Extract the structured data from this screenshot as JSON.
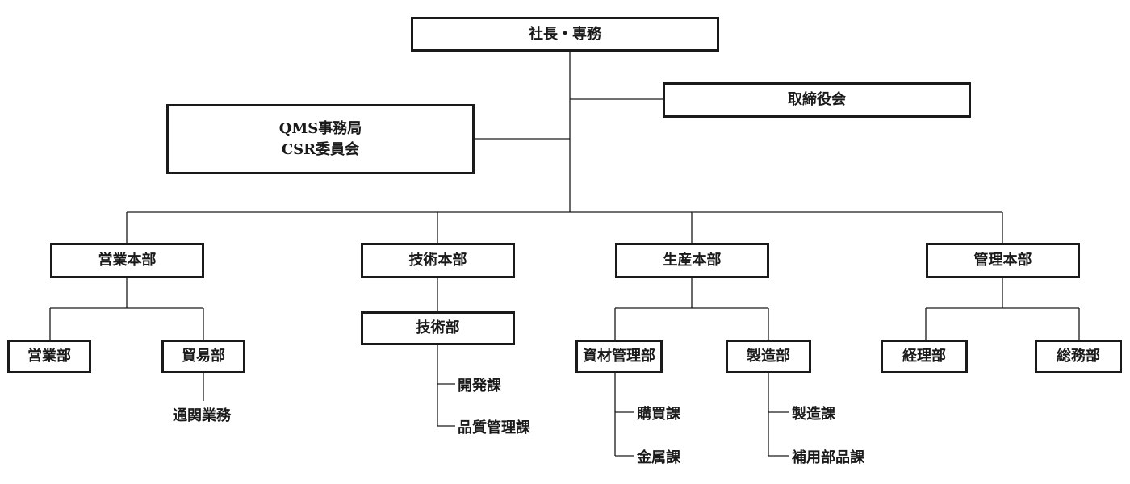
{
  "top": {
    "president": "社長・専務"
  },
  "board": "取締役会",
  "staff": {
    "line1": "QMS事務局",
    "line2": "CSR委員会"
  },
  "divisions": {
    "sales": {
      "name": "営業本部",
      "departments": [
        {
          "name": "営業部"
        },
        {
          "name": "貿易部",
          "tasks": [
            "通関業務"
          ]
        }
      ]
    },
    "engineering": {
      "name": "技術本部",
      "department": "技術部",
      "sections": [
        "開発課",
        "品質管理課"
      ]
    },
    "production": {
      "name": "生産本部",
      "departments": [
        {
          "name": "資材管理部",
          "sections": [
            "購買課",
            "金属課"
          ]
        },
        {
          "name": "製造部",
          "sections": [
            "製造課",
            "補用部品課"
          ]
        }
      ]
    },
    "admin": {
      "name": "管理本部",
      "departments": [
        {
          "name": "経理部"
        },
        {
          "name": "総務部"
        }
      ]
    }
  }
}
